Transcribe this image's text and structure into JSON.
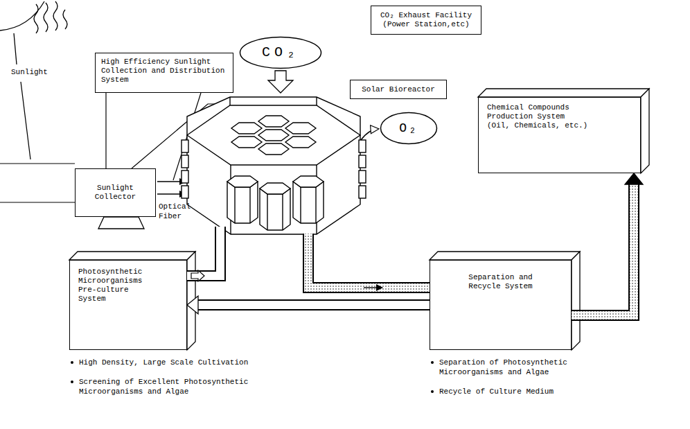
{
  "diagram": {
    "nodes": [
      {
        "text": [
          "CO₂ Exhaust Facility",
          "(Power Station,etc)"
        ]
      },
      {
        "text": [
          "High Efficiency Sunlight Collection and Distribution System"
        ]
      },
      {
        "text": [
          "CO₂"
        ]
      },
      {
        "text": [
          "Solar Bioreactor"
        ]
      },
      {
        "text": [
          "O₂"
        ]
      },
      {
        "text": [
          "Sunlight Collector"
        ]
      },
      {
        "text": [
          "Chemical Compounds Production System",
          "(Oil, Chemicals, etc.)"
        ]
      },
      {
        "text": [
          "Photosynthetic Microorganisms Pre-culture System"
        ]
      },
      {
        "text": [
          "Separation and Recycle System"
        ]
      }
    ],
    "edges": [
      {
        "from": 1,
        "to": 5,
        "arrow": "none"
      },
      {
        "from": 8,
        "to": 7,
        "arrow": "to"
      },
      {
        "from": 8,
        "to": 6,
        "arrow": "to"
      }
    ],
    "labels": [
      "Sunlight",
      "Optical Fiber",
      "High Density, Large Scale Cultivation",
      "Screening of Excellent Photosynthetic Microorganisms and Algae",
      "Separation of Photosynthetic Microorganisms and Algae",
      "Recycle of Culture Medium"
    ]
  }
}
